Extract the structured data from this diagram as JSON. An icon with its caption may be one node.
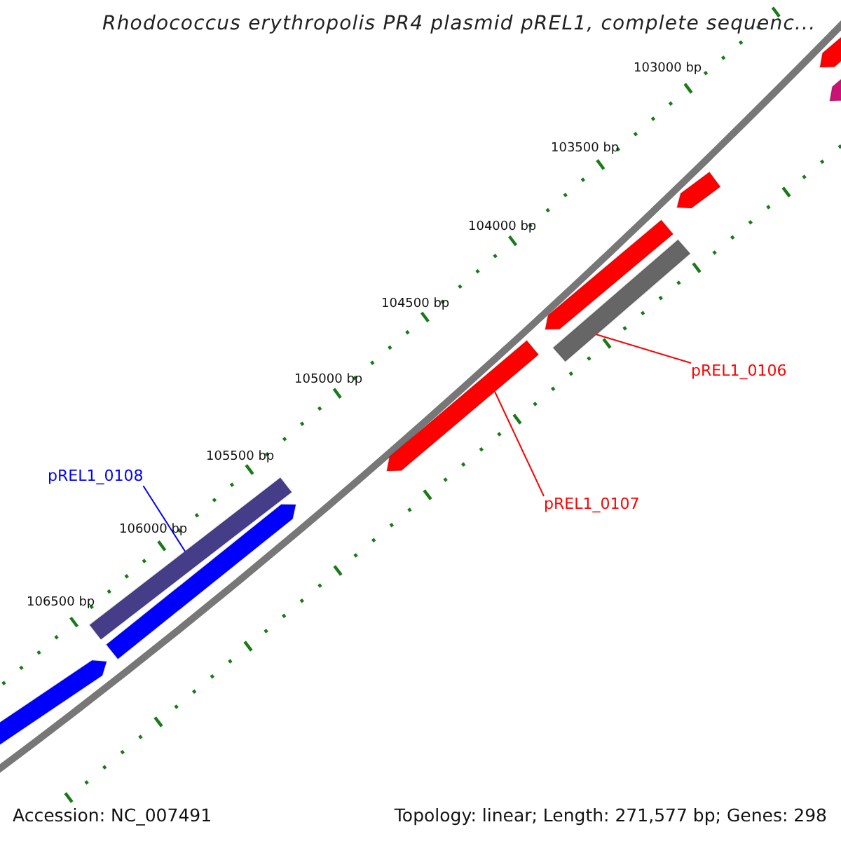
{
  "diagram": {
    "title": "Rhodococcus erythropolis PR4 plasmid pREL1, complete sequenc...",
    "nodes": [
      {
        "text": [
          "pREL1_0106"
        ]
      },
      {
        "text": [],
        "shape": "bar"
      },
      {
        "text": [
          "pREL1_0107"
        ]
      },
      {
        "text": [],
        "shape": "bar"
      },
      {
        "text": [
          "pREL1_0108"
        ]
      },
      {
        "text": [],
        "shape": "bar"
      }
    ],
    "edges": [
      {
        "from": 0,
        "to": 1,
        "arrow": "none",
        "color": "#ff0000"
      },
      {
        "from": 2,
        "to": 3,
        "arrow": "none",
        "color": "#ff0000"
      },
      {
        "from": 4,
        "to": 5,
        "arrow": "none",
        "color": "#0000ff"
      }
    ],
    "labels": [
      "103000 bp",
      "103500 bp",
      "104000 bp",
      "104500 bp",
      "105000 bp",
      "105500 bp",
      "106000 bp",
      "106500 bp",
      "Accession: NC_007491",
      "Topology: linear; Length: 271,577 bp; Genes: 298"
    ]
  }
}
